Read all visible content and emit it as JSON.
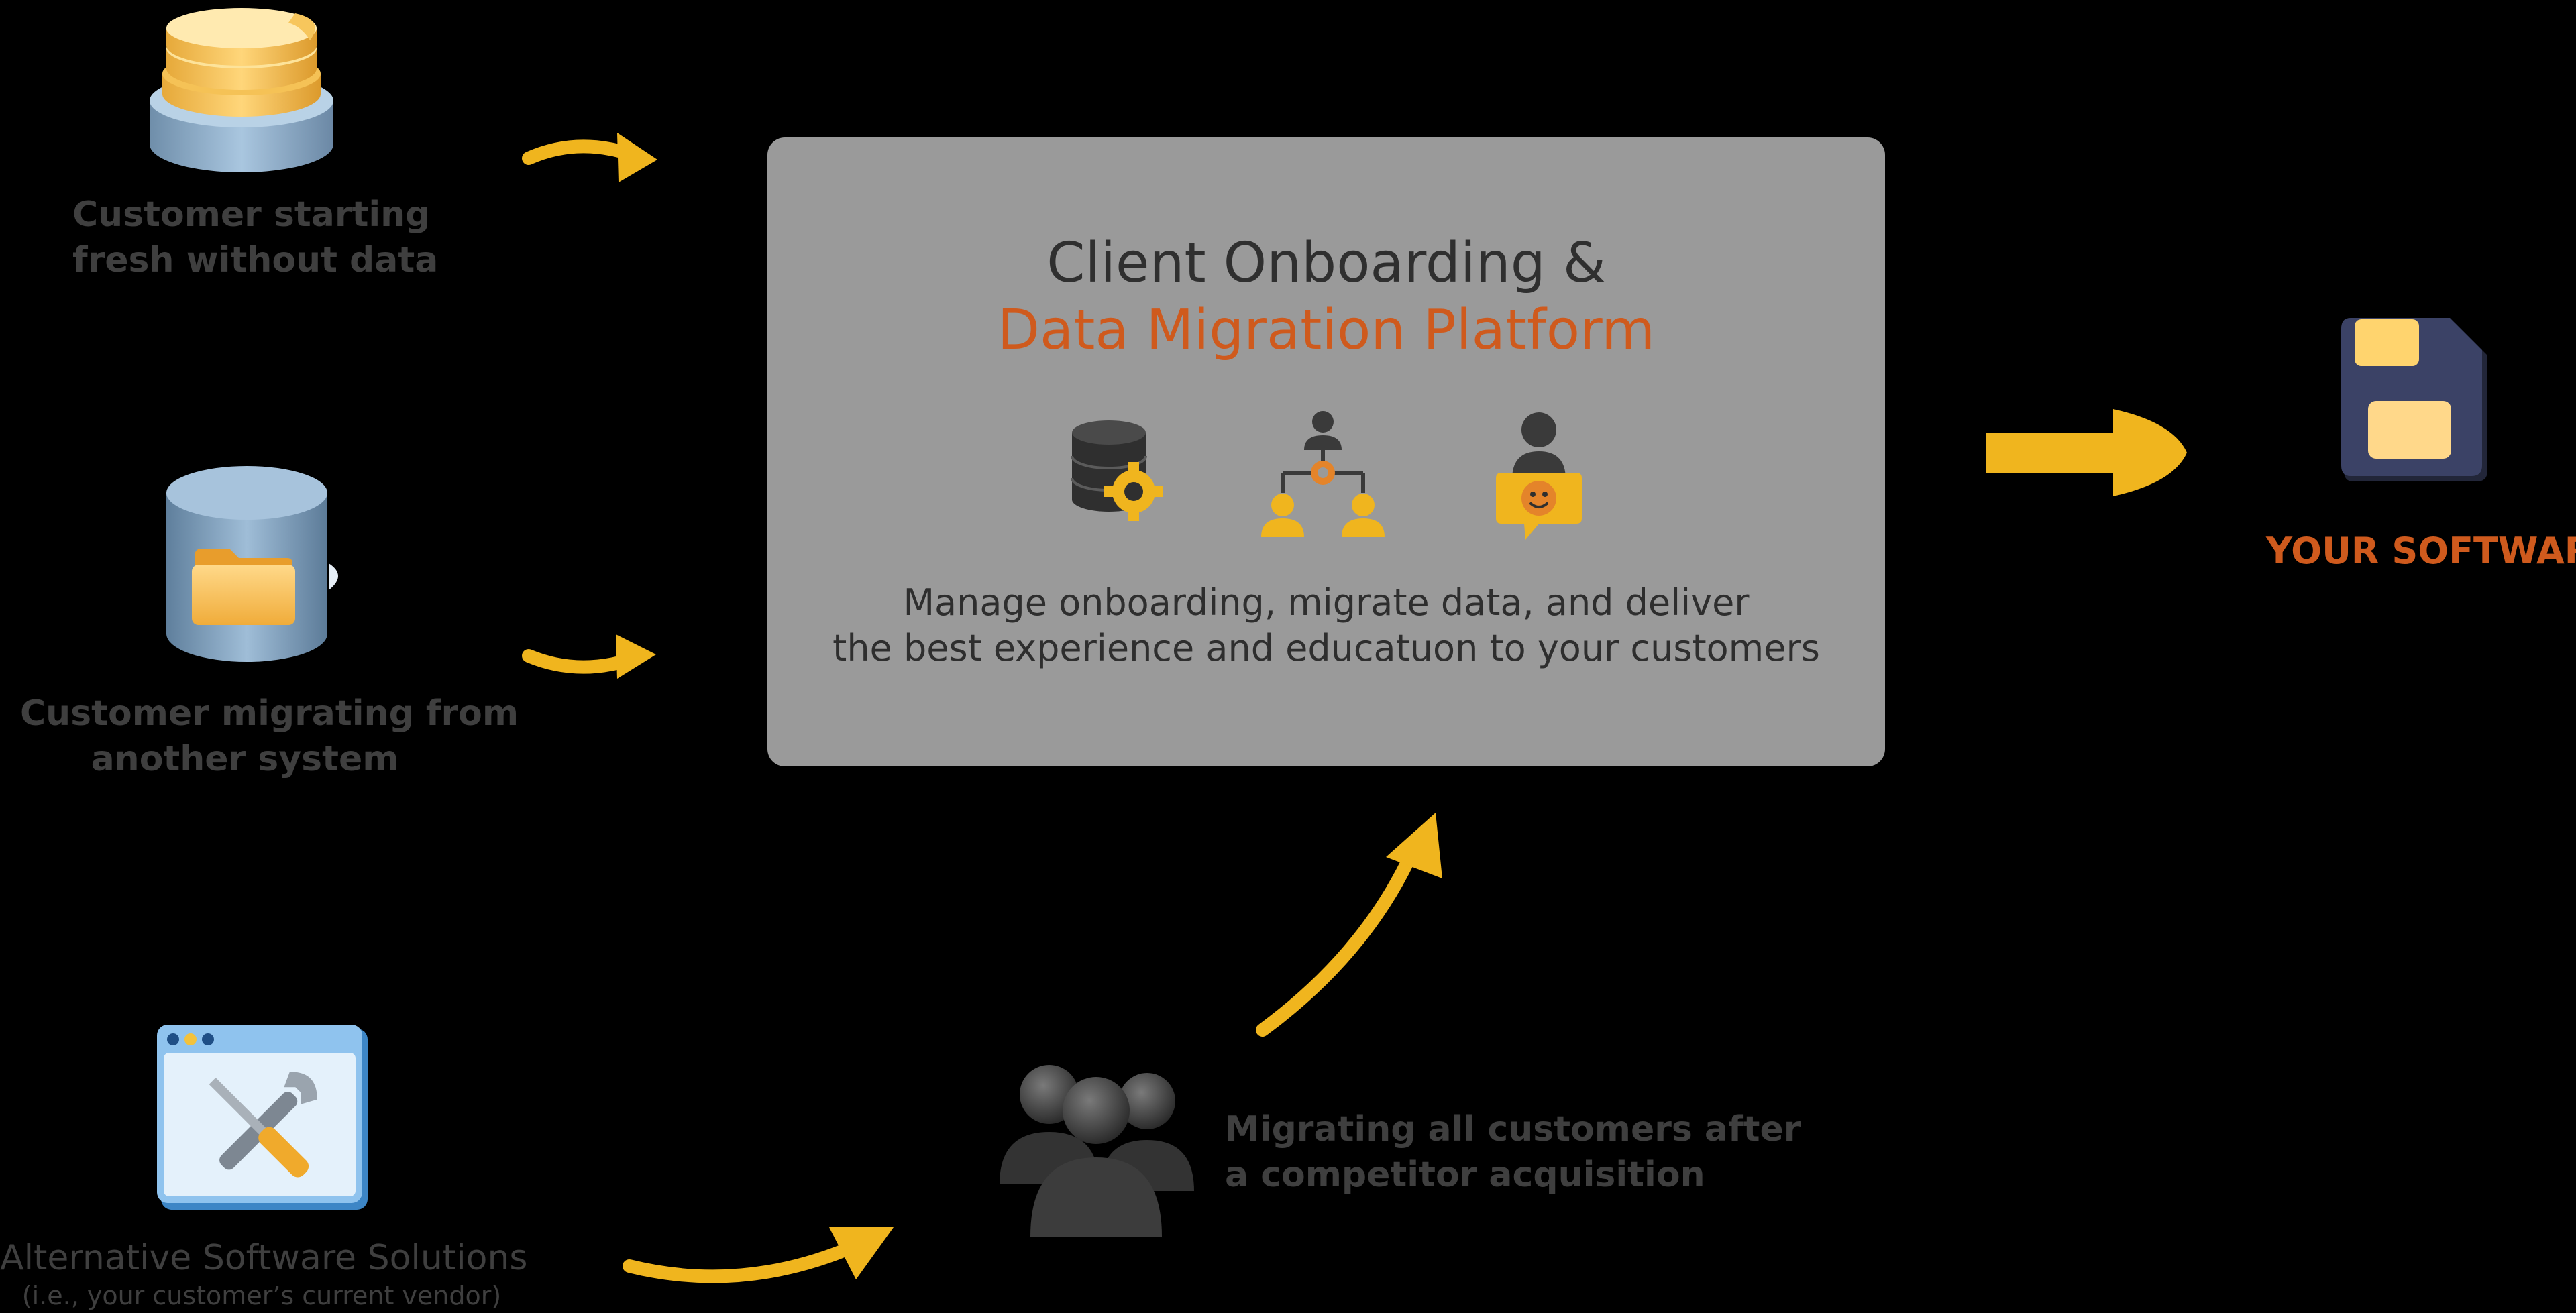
{
  "sources": [
    {
      "line1": "Customer starting",
      "line2": "fresh without data"
    },
    {
      "line1": "Customer migrating from",
      "line2": "another system"
    },
    {
      "line1": "Alternative Software Solutions",
      "line2": "(i.e., your customer’s current vendor)"
    }
  ],
  "platform": {
    "title_line1": "Client Onboarding &",
    "title_line2": "Data Migration Platform",
    "desc_line1": "Manage onboarding, migrate data, and deliver",
    "desc_line2": "the best experience and educatuon to your customers",
    "icons": [
      "database-gear-icon",
      "team-hierarchy-gear-icon",
      "support-agent-chat-icon"
    ]
  },
  "acquisition": {
    "line1": "Migrating all customers after",
    "line2": "a competitor acquisition"
  },
  "target": {
    "label": "YOUR SOFTWARE"
  },
  "colors": {
    "background": "#000000",
    "card": "#9a9a9a",
    "accent_orange": "#cf5a1d",
    "arrow_yellow": "#f0b51e",
    "muted_text": "#3f3f3f"
  }
}
